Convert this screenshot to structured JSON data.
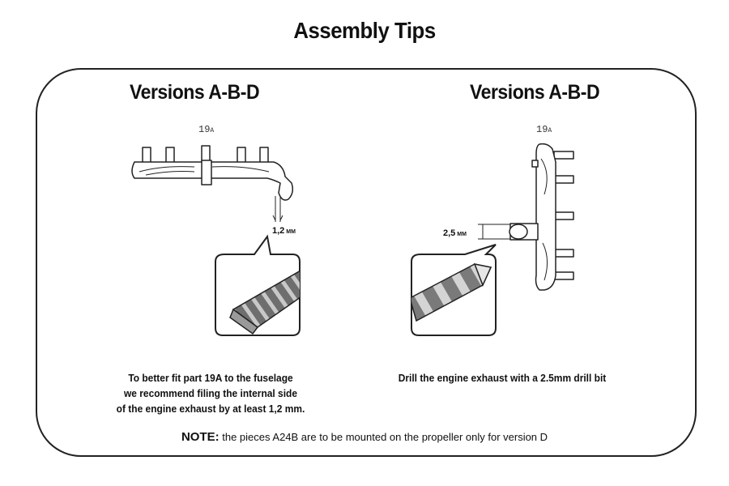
{
  "title": "Assembly Tips",
  "left": {
    "heading": "Versions A-B-D",
    "part_label_main": "19",
    "part_label_sub": "A",
    "dimension_value": "1,2",
    "dimension_unit": "MM",
    "caption_line1": "To better fit part 19A to the fuselage",
    "caption_line2": "we recommend filing the internal side",
    "caption_line3": "of the engine exhaust by at least 1,2 mm."
  },
  "right": {
    "heading": "Versions A-B-D",
    "part_label_main": "19",
    "part_label_sub": "A",
    "dimension_value": "2,5",
    "dimension_unit": "MM",
    "caption": "Drill the engine exhaust with a 2.5mm drill bit"
  },
  "note": {
    "label": "NOTE:",
    "text": " the pieces A24B are to be mounted on the propeller only for version D"
  }
}
